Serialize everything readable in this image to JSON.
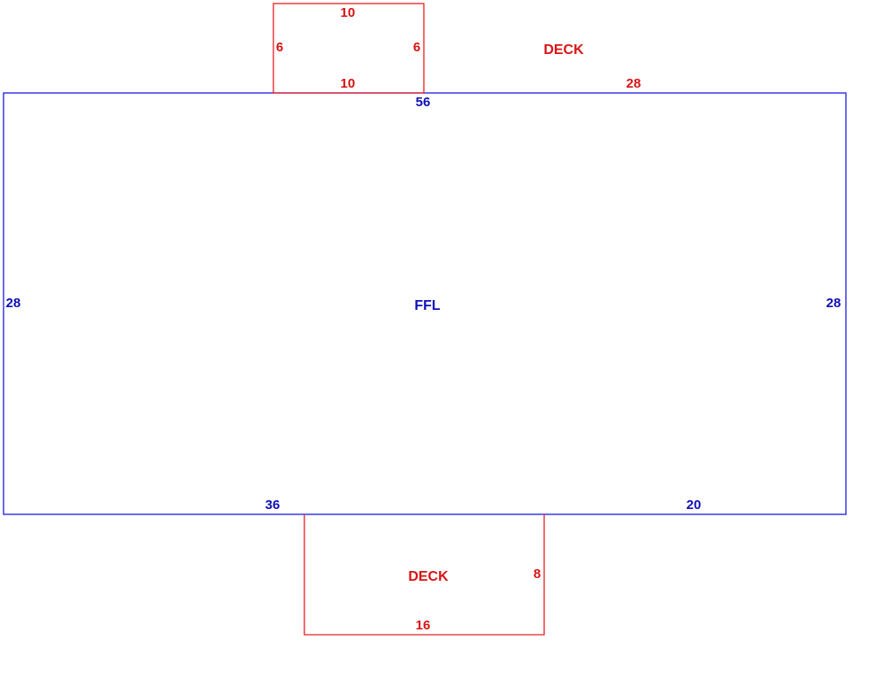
{
  "colors": {
    "main_outline": "#1a1ae6",
    "deck_outline": "#e62020",
    "main_text": "#0f0fb8",
    "deck_text": "#d81414"
  },
  "main_area": {
    "label": "FFL",
    "dims": {
      "top": "56",
      "left": "28",
      "right": "28",
      "bottom_left": "36",
      "bottom_right": "20"
    }
  },
  "top_deck": {
    "label": "DECK",
    "dims": {
      "top": "10",
      "bottom": "10",
      "left": "6",
      "right": "6",
      "side": "28"
    }
  },
  "bottom_deck": {
    "label": "DECK",
    "dims": {
      "right": "8",
      "bottom": "16"
    }
  }
}
